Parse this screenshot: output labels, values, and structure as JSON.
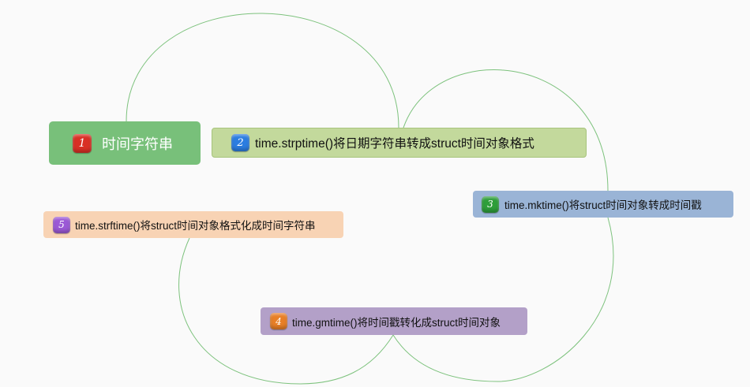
{
  "diagram": {
    "connector_color": "#7dc27d",
    "nodes": [
      {
        "number": "1",
        "label": "时间字符串",
        "fill": "#78c07a",
        "badge_color": "#d93025"
      },
      {
        "number": "2",
        "label": "time.strptime()将日期字符串转成struct时间对象格式",
        "fill": "#c3d99c",
        "badge_color": "#2b7de0"
      },
      {
        "number": "3",
        "label": "time.mktime()将struct时间对象转成时间戳",
        "fill": "#9ab4d6",
        "badge_color": "#2e9e3a"
      },
      {
        "number": "4",
        "label": "time.gmtime()将时间戳转化成struct时间对象",
        "fill": "#b3a0c8",
        "badge_color": "#e87f27"
      },
      {
        "number": "5",
        "label": "time.strftime()将struct时间对象格式化成时间字符串",
        "fill": "#f8d3b4",
        "badge_color": "#9b59d6"
      }
    ]
  }
}
